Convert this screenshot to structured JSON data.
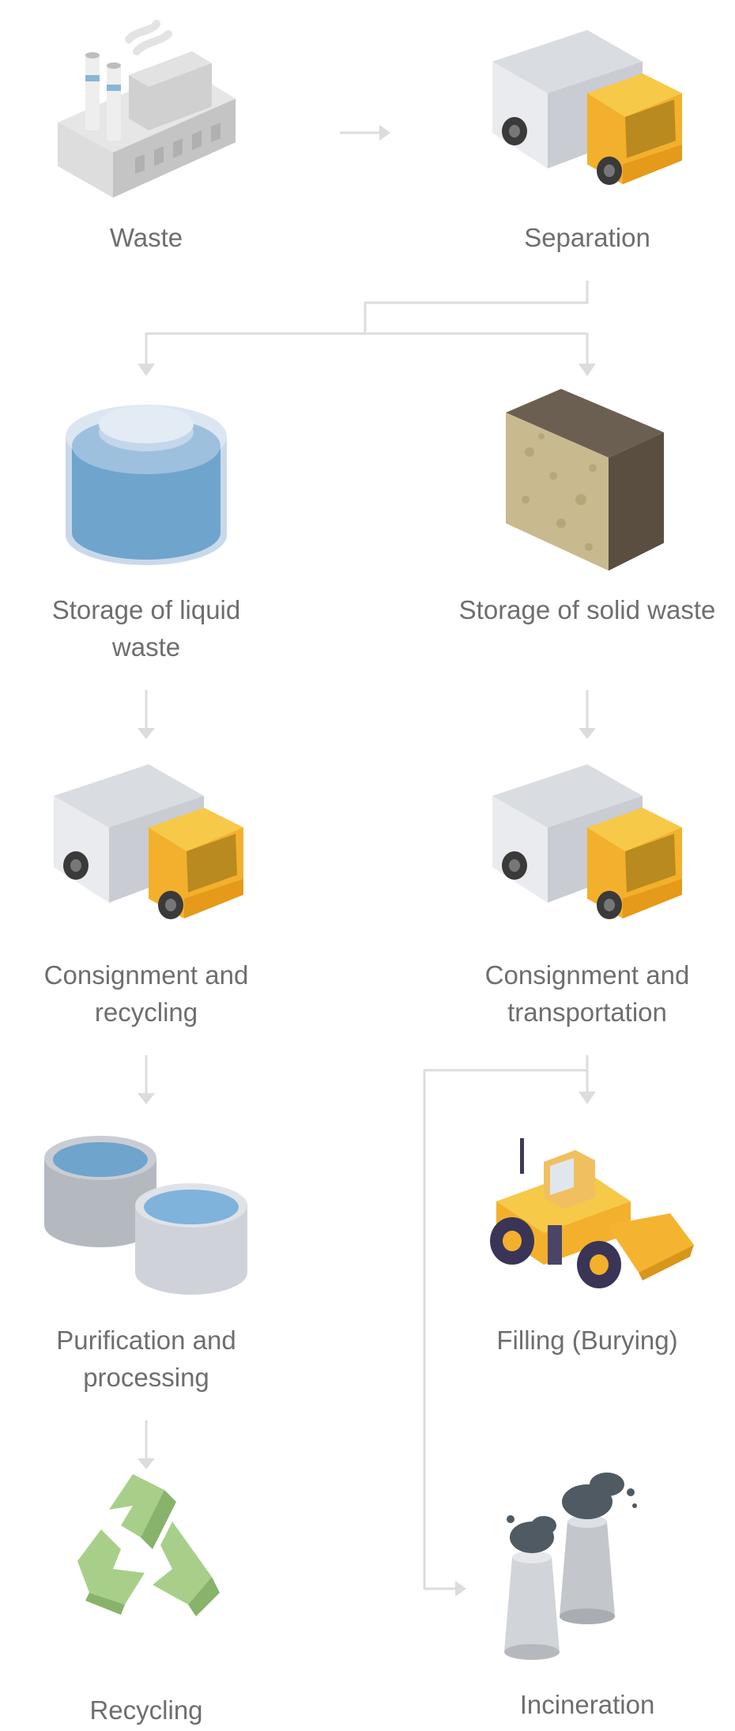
{
  "colors": {
    "text": "#6e6e6e",
    "connector": "#dcdcdc",
    "truck_cab": "#f5b430",
    "truck_box": "#e4e6ea",
    "water": "#6fa4cc",
    "soil_top": "#6b5f52",
    "soil_front": "#c9b98f",
    "recycle_green": "#a8cf8a",
    "smoke": "#4f5a62"
  },
  "steps": [
    {
      "id": "waste",
      "icon": "factory-icon",
      "lines": [
        "Waste"
      ]
    },
    {
      "id": "separation",
      "icon": "truck-icon",
      "lines": [
        "Separation"
      ]
    },
    {
      "id": "liquid-storage",
      "icon": "water-tank-icon",
      "lines": [
        "Storage of liquid",
        "waste"
      ]
    },
    {
      "id": "solid-storage",
      "icon": "soil-block-icon",
      "lines": [
        "Storage of solid waste"
      ]
    },
    {
      "id": "consignment-recycling",
      "icon": "truck-icon",
      "lines": [
        "Consignment and",
        "recycling"
      ]
    },
    {
      "id": "consignment-transport",
      "icon": "truck-icon",
      "lines": [
        "Consignment and",
        "transportation"
      ]
    },
    {
      "id": "purification",
      "icon": "water-basins-icon",
      "lines": [
        "Purification and",
        "processing"
      ]
    },
    {
      "id": "filling",
      "icon": "bulldozer-icon",
      "lines": [
        "Filling (Burying)"
      ]
    },
    {
      "id": "recycling",
      "icon": "recycle-icon",
      "lines": [
        "Recycling"
      ]
    },
    {
      "id": "incineration",
      "icon": "smokestack-icon",
      "lines": [
        "Incineration"
      ]
    }
  ]
}
